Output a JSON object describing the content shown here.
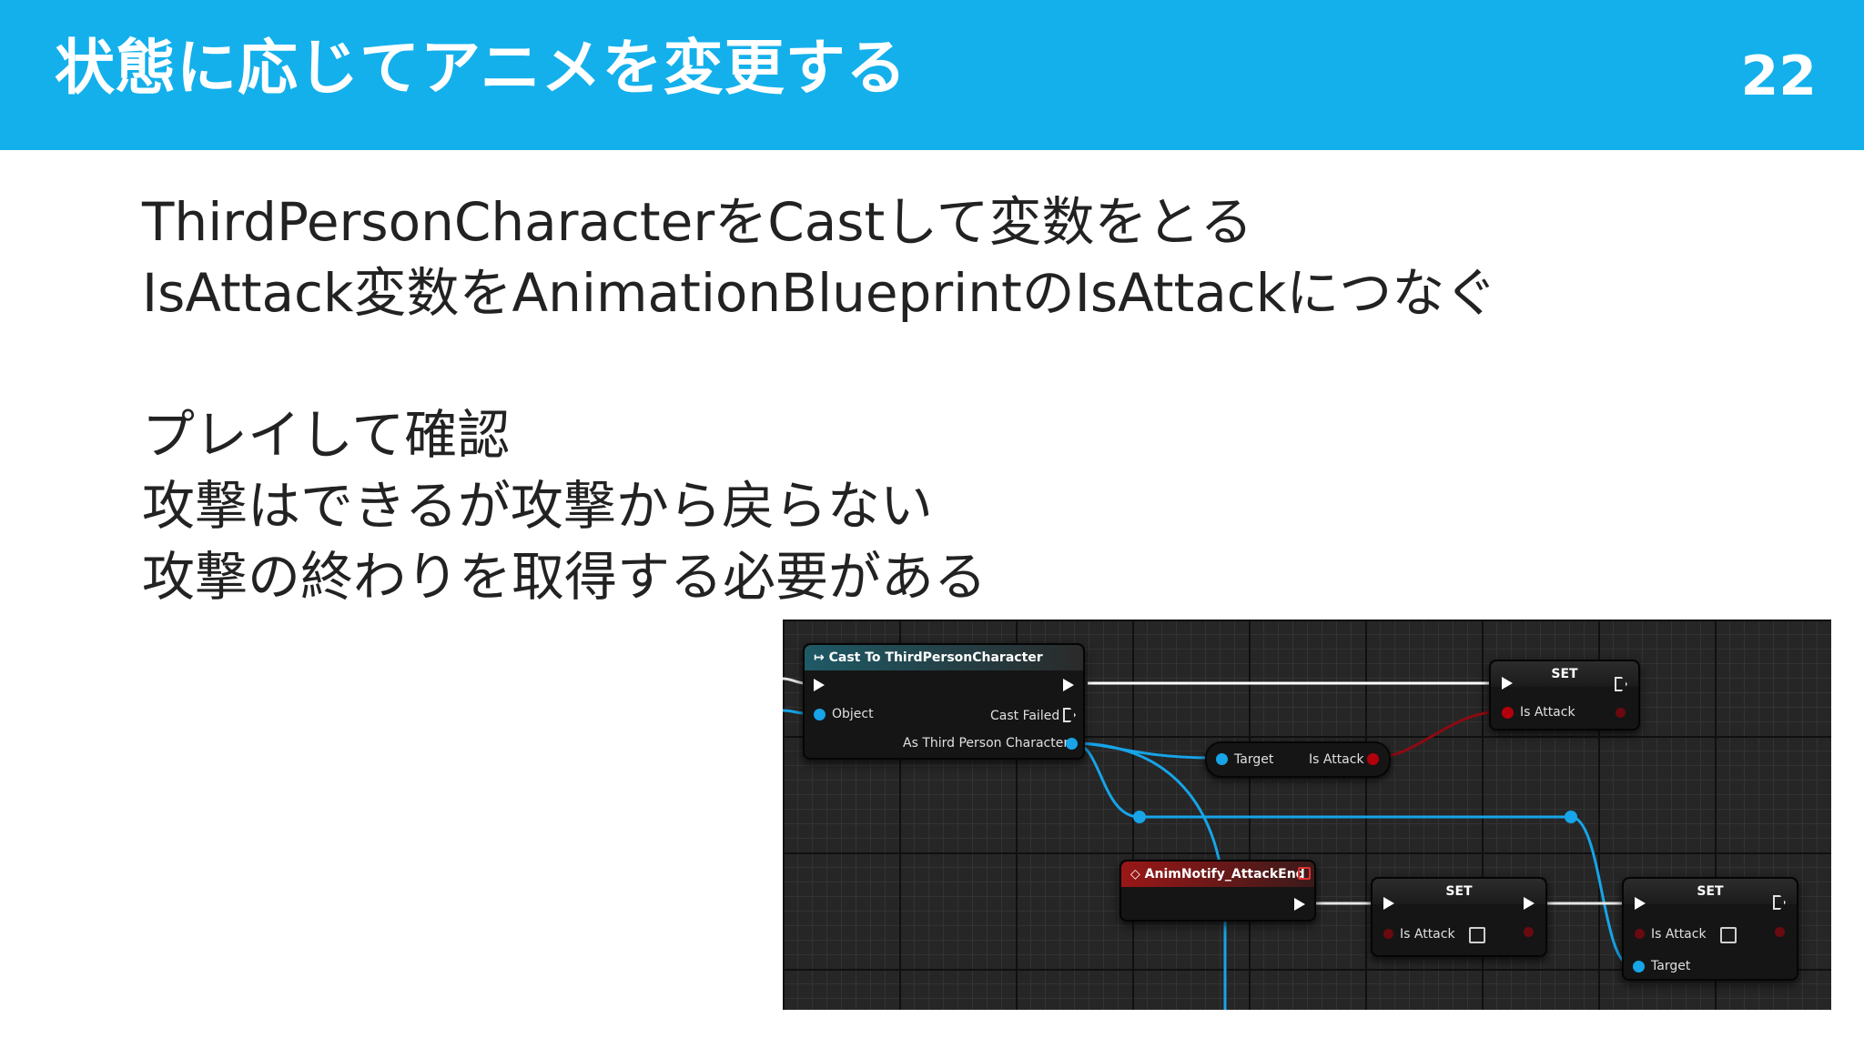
{
  "slide": {
    "title": "状態に応じてアニメを変更する",
    "page_number": "22"
  },
  "body": {
    "lines": [
      "ThirdPersonCharacterをCastして変数をとる",
      "IsAttack変数をAnimationBlueprintのIsAttackにつなぐ",
      "",
      "プレイして確認",
      "攻撃はできるが攻撃から戻らない",
      "攻撃の終わりを取得する必要がある"
    ]
  },
  "blueprint": {
    "cast_node": {
      "title": "Cast To ThirdPersonCharacter",
      "object_label": "Object",
      "cast_failed_label": "Cast Failed",
      "as_label": "As Third Person Character"
    },
    "getter_node": {
      "target_label": "Target",
      "output_label": "Is Attack"
    },
    "set_top": {
      "title": "SET",
      "input_label": "Is Attack"
    },
    "event_node": {
      "title": "AnimNotify_AttackEnd"
    },
    "set_mid": {
      "title": "SET",
      "input_label": "Is Attack",
      "checked": false
    },
    "set_right": {
      "title": "SET",
      "input_label": "Is Attack",
      "target_label": "Target",
      "checked": false
    },
    "colors": {
      "exec_wire": "#ffffff",
      "object_wire": "#17a4e8",
      "bool_wire": "#8c0a12",
      "header_bar": "#14b0ec"
    }
  }
}
